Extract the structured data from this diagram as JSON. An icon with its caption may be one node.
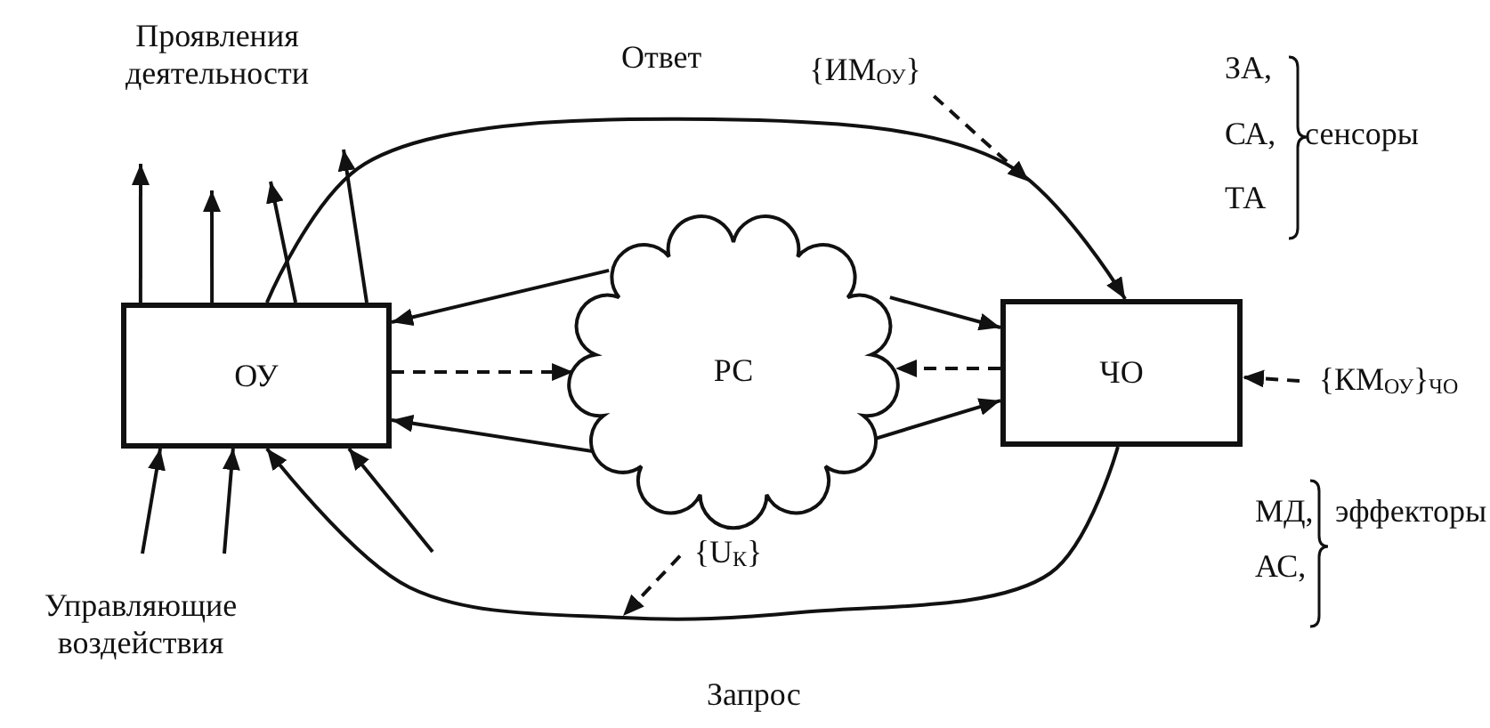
{
  "diagram": {
    "nodes": [
      {
        "text": [
          "ОУ"
        ]
      },
      {
        "text": [
          "РС"
        ]
      },
      {
        "text": [
          "ЧО"
        ]
      },
      {
        "text": [
          "{ИМ$_{ОУ}$}"
        ]
      },
      {
        "text": [
          "{КМ$_{ОУ}$}$_{ЧО}$"
        ]
      },
      {
        "text": [
          "{U$_{К}$}"
        ]
      }
    ],
    "edges": [
      {
        "from": 0,
        "to": 2,
        "arrow": "to",
        "label": "Ответ"
      },
      {
        "from": 2,
        "to": 0,
        "arrow": "to",
        "label": "Запрос"
      },
      {
        "from": 1,
        "to": 0,
        "arrow": "to"
      },
      {
        "from": 1,
        "to": 0,
        "arrow": "to"
      },
      {
        "from": 0,
        "to": 1,
        "arrow": "to",
        "style": "dashed"
      },
      {
        "from": 1,
        "to": 2,
        "arrow": "to"
      },
      {
        "from": 1,
        "to": 2,
        "arrow": "to"
      },
      {
        "from": 2,
        "to": 1,
        "arrow": "to",
        "style": "dashed"
      },
      {
        "from": 3,
        "to": null,
        "arrow": "to",
        "style": "dashed"
      },
      {
        "from": 4,
        "to": 2,
        "arrow": "to",
        "style": "dashed"
      },
      {
        "from": 5,
        "to": null,
        "arrow": "to",
        "style": "dashed"
      },
      {
        "from": 0,
        "to": null,
        "arrow": "to"
      },
      {
        "from": 0,
        "to": null,
        "arrow": "to"
      },
      {
        "from": 0,
        "to": null,
        "arrow": "to"
      },
      {
        "from": 0,
        "to": null,
        "arrow": "to"
      },
      {
        "from": null,
        "to": 0,
        "arrow": "to"
      },
      {
        "from": null,
        "to": 0,
        "arrow": "to"
      },
      {
        "from": null,
        "to": 0,
        "arrow": "to"
      }
    ],
    "labels": [
      "Проявления деятельности",
      "ЗА,",
      "СА,",
      "ТА",
      "сенсоры",
      "МД,",
      "АС,",
      "эффекторы",
      "Управляющие воздействия"
    ]
  }
}
